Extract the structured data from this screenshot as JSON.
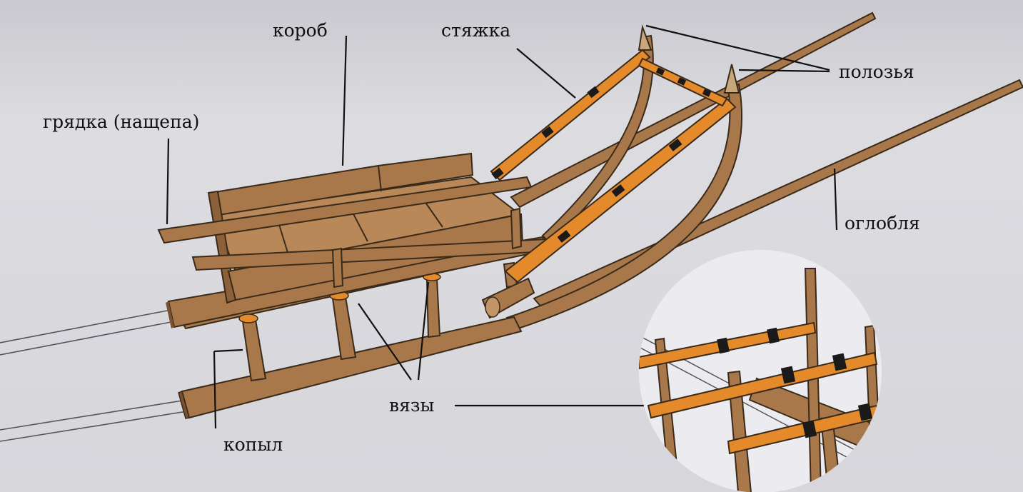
{
  "labels": {
    "box": "короб",
    "tie": "стяжка",
    "runners": "полозья",
    "rail": "грядка (нащепа)",
    "shaft": "оглобля",
    "bindings": "вязы",
    "stanchion": "копыл"
  },
  "colors": {
    "background": "#d9d9de",
    "wood": "#a8784a",
    "wood_dark": "#7a5230",
    "wood_light": "#c39566",
    "withy": "#e58a2a",
    "binding_band": "#1a1a1a",
    "inset_bg": "#ececf0"
  }
}
